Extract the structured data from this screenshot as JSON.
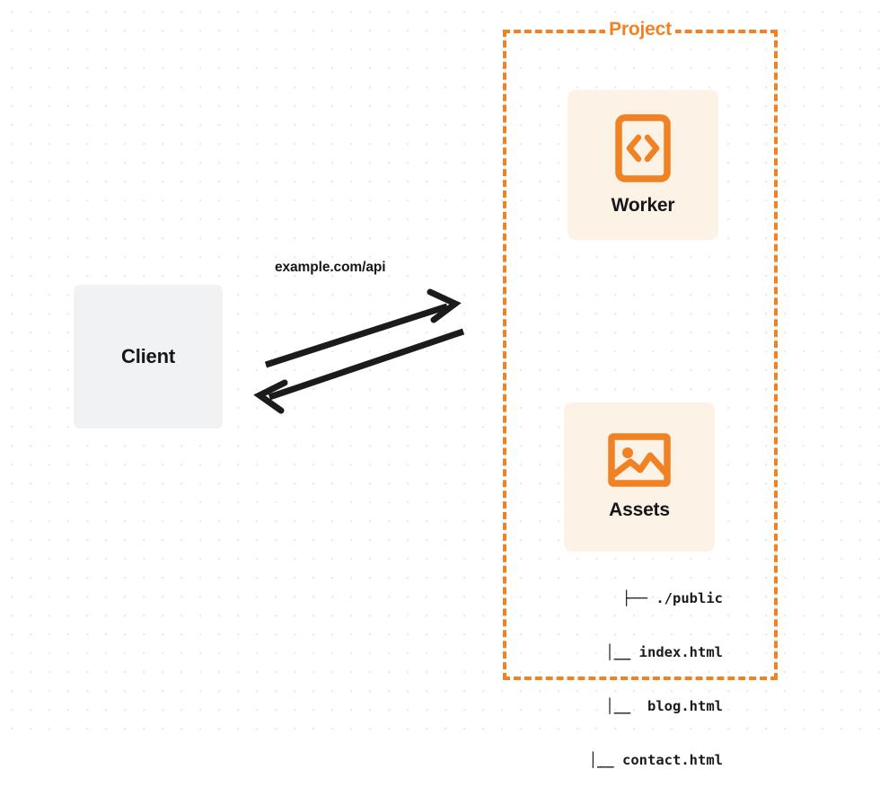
{
  "diagram": {
    "title": "Client to Project Worker and Assets request flow",
    "background": {
      "color": "#ffffff",
      "dot_color": "#ececed",
      "dot_spacing": "21px"
    },
    "colors": {
      "accent_orange": "#f08223",
      "card_cream": "#fdf2e6",
      "client_gray": "#f1f2f4",
      "text_dark": "#16171a",
      "arrow_black": "#1b1b1b"
    },
    "client": {
      "label": "Client",
      "icon": "none"
    },
    "project": {
      "label": "Project",
      "border_style": "dashed",
      "border_color": "#f08223",
      "services": [
        {
          "label": "Worker",
          "icon": "code-brackets-icon",
          "icon_color": "#f08223"
        },
        {
          "label": "Assets",
          "icon": "image-picture-icon",
          "icon_color": "#f08223"
        }
      ],
      "file_tree": [
        "├── ./public",
        "│__ index.html",
        "│__  blog.html",
        "│__ contact.html"
      ]
    },
    "edges": [
      {
        "label": "example.com/api",
        "from": "Client",
        "to": "Worker",
        "direction": "request",
        "arrow": "up-right"
      },
      {
        "label": "",
        "from": "Worker",
        "to": "Client",
        "direction": "response",
        "arrow": "down-left"
      }
    ]
  }
}
